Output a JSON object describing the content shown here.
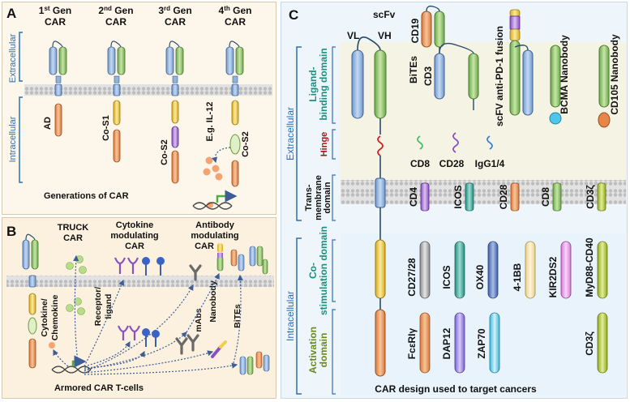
{
  "panel_a": {
    "letter": "A",
    "gens": [
      {
        "ord": "1",
        "sup": "st",
        "rest": " Gen",
        "car": "CAR"
      },
      {
        "ord": "2",
        "sup": "nd",
        "rest": " Gen",
        "car": "CAR"
      },
      {
        "ord": "3",
        "sup": "rd",
        "rest": " Gen",
        "car": "CAR"
      },
      {
        "ord": "4",
        "sup": "th",
        "rest": " Gen",
        "car": "CAR"
      }
    ],
    "extracellular": "Extracellular",
    "intracellular": "Intracellular",
    "ad": "AD",
    "cos1": "Co-S1",
    "cos2_3rd": "Co-S2",
    "il12": "E.g. IL-12",
    "cos2_4th": "Co-S2",
    "caption": "Generations of CAR"
  },
  "panel_b": {
    "letter": "B",
    "truck_1": "TRUCK",
    "truck_2": "CAR",
    "cyto_1": "Cytokine",
    "cyto_2": "modulating",
    "cyto_3": "CAR",
    "anti_1": "Antibody",
    "anti_2": "modulating",
    "anti_3": "CAR",
    "cyto_chemo_1": "Cytokine/",
    "cyto_chemo_2": "Chemokine",
    "receptor_1": "Receptor/",
    "receptor_2": "ligand",
    "mabs": "mAbs",
    "nanobody": "Nanobody",
    "bites": "BiTEs",
    "caption": "Armored CAR T-cells"
  },
  "panel_c": {
    "letter": "C",
    "extracellular": "Extracellular",
    "intracellular": "Intracellular",
    "ligand_1": "Ligand-",
    "ligand_2": "binding domain",
    "hinge": "Hinge",
    "tm_1": "Trans-",
    "tm_2": "membrane",
    "tm_3": "domain",
    "costim_1": "Co-",
    "costim_2": "stimulation domain",
    "act_1": "Activation",
    "act_2": "domain",
    "scfv": "scFv",
    "vl": "VL",
    "vh": "VH",
    "cd19": "CD19",
    "bites": "BiTEs",
    "cd3": "CD3",
    "pd1": "scFV anti-PD-1 fusion",
    "bcma": "BCMA Nanobody",
    "cd105": "CD105 Nanobody",
    "hinges": [
      "CD8",
      "CD28",
      "IgG1/4"
    ],
    "tms": [
      "CD4",
      "ICOS",
      "CD28",
      "CD8",
      "CD3ζ"
    ],
    "costims": [
      "CD27/28",
      "ICOS",
      "OX40",
      "4-1BB",
      "KIR2DS2",
      "MyD88-CD40"
    ],
    "acts": [
      "FcεRIγ",
      "DAP12",
      "ZAP70",
      "CD3ζ"
    ],
    "caption": "CAR design used to target cancers"
  },
  "colors": {
    "blue_domain": "#8fb4de",
    "green_domain": "#8fc46a",
    "orange_domain": "#e89a5c",
    "yellow_domain": "#f1cf4a",
    "purple_domain": "#b07ad8",
    "teal_domain": "#3aa89a",
    "membrane": "#c8c8c8",
    "panel_a_bg": "#fdf6ea",
    "panel_c_bg": "#eef6fb",
    "teal_text": "#1b8f7e",
    "blue_text": "#2f6fb5",
    "hinge_text": "#a01818"
  }
}
